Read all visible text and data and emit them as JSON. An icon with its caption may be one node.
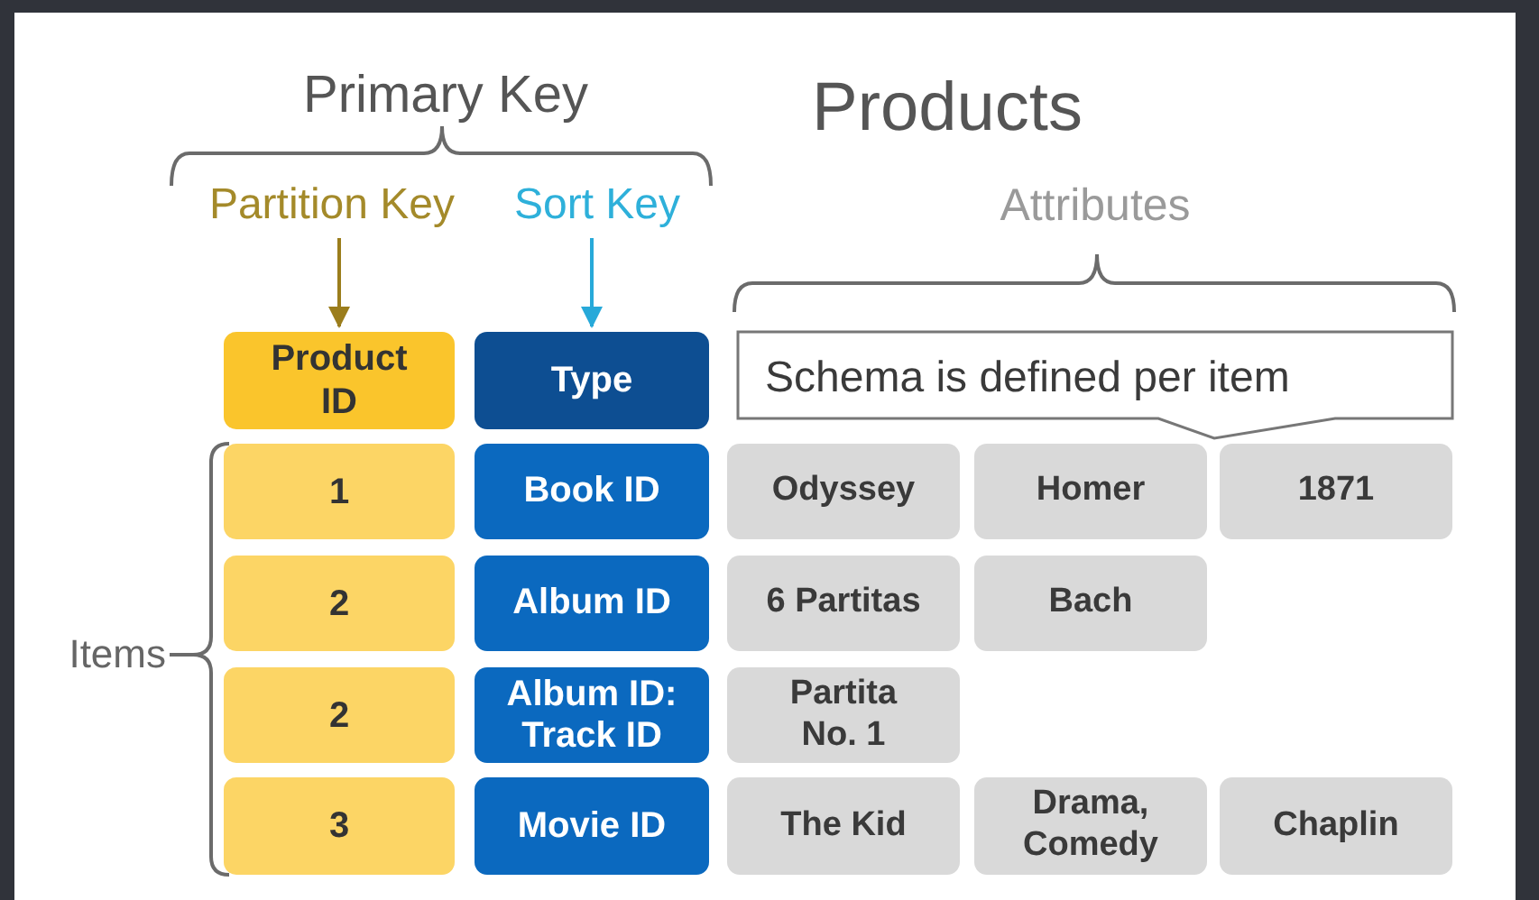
{
  "diagram": {
    "title": "Products",
    "nodes": [
      {
        "text": [
          "Partition Key"
        ]
      },
      {
        "text": [
          "Sort Key"
        ]
      },
      {
        "text": [
          "Product ID"
        ]
      },
      {
        "text": [
          "Type"
        ]
      },
      {
        "text": [
          "Schema is defined per item"
        ]
      },
      {
        "text": [
          "1"
        ]
      },
      {
        "text": [
          "Book ID"
        ]
      },
      {
        "text": [
          "Odyssey"
        ]
      },
      {
        "text": [
          "Homer"
        ]
      },
      {
        "text": [
          "1871"
        ]
      },
      {
        "text": [
          "2"
        ]
      },
      {
        "text": [
          "Album ID"
        ]
      },
      {
        "text": [
          "6 Partitas"
        ]
      },
      {
        "text": [
          "Bach"
        ]
      },
      {
        "text": [
          "2"
        ]
      },
      {
        "text": [
          "Album ID: Track ID"
        ]
      },
      {
        "text": [
          "Partita No. 1"
        ]
      },
      {
        "text": [
          "3"
        ]
      },
      {
        "text": [
          "Movie ID"
        ]
      },
      {
        "text": [
          "The Kid"
        ]
      },
      {
        "text": [
          "Drama, Comedy"
        ]
      },
      {
        "text": [
          "Chaplin"
        ]
      }
    ],
    "edges": [
      {
        "from": 0,
        "to": 2,
        "arrow": "to",
        "color": "#9b7d1c"
      },
      {
        "from": 1,
        "to": 3,
        "arrow": "to",
        "color": "#27a9d9"
      }
    ],
    "labels": [
      "Primary Key",
      "Attributes",
      "Items"
    ]
  }
}
